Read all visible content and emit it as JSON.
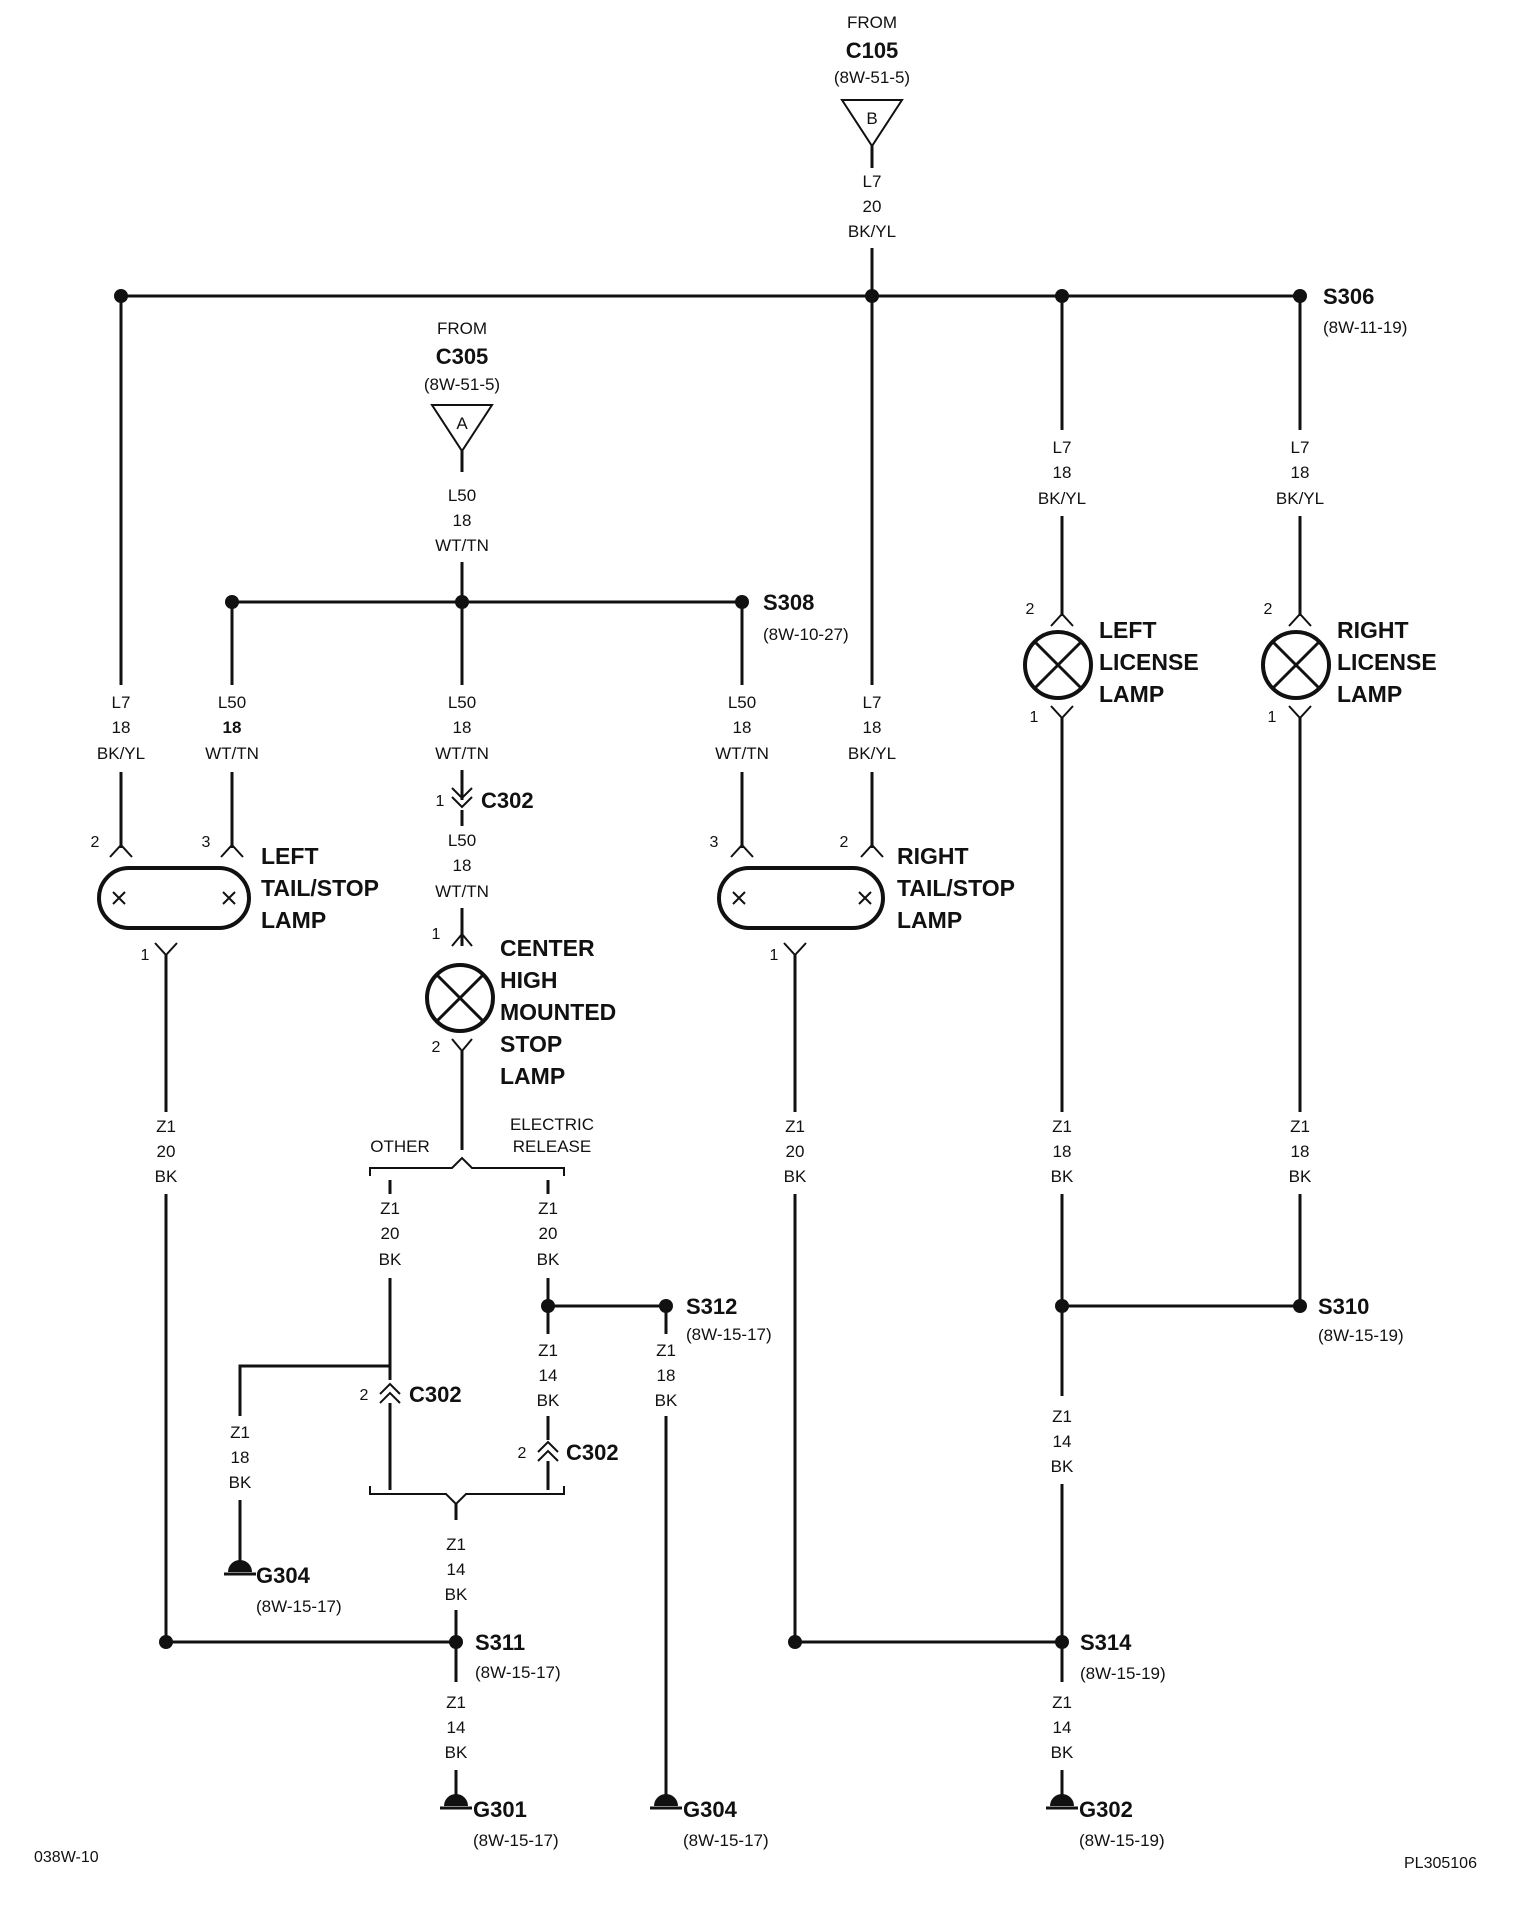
{
  "source_c105": {
    "from": "FROM",
    "id": "C105",
    "ref": "(8W-51-5)",
    "letter": "B"
  },
  "source_c305": {
    "from": "FROM",
    "id": "C305",
    "ref": "(8W-51-5)",
    "letter": "A"
  },
  "wires": {
    "main_feed": {
      "circuit": "L7",
      "gauge": "20",
      "color": "BK/YL"
    },
    "left_lic_feed": {
      "circuit": "L7",
      "gauge": "18",
      "color": "BK/YL"
    },
    "right_lic_feed": {
      "circuit": "L7",
      "gauge": "18",
      "color": "BK/YL"
    },
    "chmsl_feed": {
      "circuit": "L50",
      "gauge": "18",
      "color": "WT/TN"
    },
    "left_tail_l7": {
      "circuit": "L7",
      "gauge": "18",
      "color": "BK/YL"
    },
    "left_tail_l50": {
      "circuit": "L50",
      "gauge": "18",
      "color": "WT/TN"
    },
    "center_l50_a": {
      "circuit": "L50",
      "gauge": "18",
      "color": "WT/TN"
    },
    "center_l50_b": {
      "circuit": "L50",
      "gauge": "18",
      "color": "WT/TN"
    },
    "right_tail_l50": {
      "circuit": "L50",
      "gauge": "18",
      "color": "WT/TN"
    },
    "right_tail_l7": {
      "circuit": "L7",
      "gauge": "18",
      "color": "BK/YL"
    },
    "left_tail_gnd": {
      "circuit": "Z1",
      "gauge": "20",
      "color": "BK"
    },
    "right_tail_gnd": {
      "circuit": "Z1",
      "gauge": "20",
      "color": "BK"
    },
    "left_lic_gnd": {
      "circuit": "Z1",
      "gauge": "18",
      "color": "BK"
    },
    "right_lic_gnd": {
      "circuit": "Z1",
      "gauge": "18",
      "color": "BK"
    },
    "other_gnd": {
      "circuit": "Z1",
      "gauge": "20",
      "color": "BK"
    },
    "elec_gnd": {
      "circuit": "Z1",
      "gauge": "20",
      "color": "BK"
    },
    "elec_gnd_14": {
      "circuit": "Z1",
      "gauge": "14",
      "color": "BK"
    },
    "s312_gnd": {
      "circuit": "Z1",
      "gauge": "18",
      "color": "BK"
    },
    "g304_left": {
      "circuit": "Z1",
      "gauge": "18",
      "color": "BK"
    },
    "merge_14": {
      "circuit": "Z1",
      "gauge": "14",
      "color": "BK"
    },
    "s311_g301": {
      "circuit": "Z1",
      "gauge": "14",
      "color": "BK"
    },
    "s310_s314": {
      "circuit": "Z1",
      "gauge": "14",
      "color": "BK"
    },
    "s314_g302": {
      "circuit": "Z1",
      "gauge": "14",
      "color": "BK"
    }
  },
  "splices": {
    "s306": {
      "id": "S306",
      "ref": "(8W-11-19)"
    },
    "s308": {
      "id": "S308",
      "ref": "(8W-10-27)"
    },
    "s312": {
      "id": "S312",
      "ref": "(8W-15-17)"
    },
    "s310": {
      "id": "S310",
      "ref": "(8W-15-19)"
    },
    "s311": {
      "id": "S311",
      "ref": "(8W-15-17)"
    },
    "s314": {
      "id": "S314",
      "ref": "(8W-15-19)"
    }
  },
  "connectors": {
    "c302_top": {
      "id": "C302",
      "pin": "1"
    },
    "c302_left": {
      "id": "C302",
      "pin": "2"
    },
    "c302_right": {
      "id": "C302",
      "pin": "2"
    }
  },
  "grounds": {
    "g304_left": {
      "id": "G304",
      "ref": "(8W-15-17)"
    },
    "g301": {
      "id": "G301",
      "ref": "(8W-15-17)"
    },
    "g304_right": {
      "id": "G304",
      "ref": "(8W-15-17)"
    },
    "g302": {
      "id": "G302",
      "ref": "(8W-15-19)"
    }
  },
  "components": {
    "left_tail_stop_lamp": {
      "line1": "LEFT",
      "line2": "TAIL/STOP",
      "line3": "LAMP",
      "pin_a": "2",
      "pin_b": "3",
      "pin_gnd": "1"
    },
    "right_tail_stop_lamp": {
      "line1": "RIGHT",
      "line2": "TAIL/STOP",
      "line3": "LAMP",
      "pin_a": "3",
      "pin_b": "2",
      "pin_gnd": "1"
    },
    "chmsl": {
      "line1": "CENTER",
      "line2": "HIGH",
      "line3": "MOUNTED",
      "line4": "STOP",
      "line5": "LAMP",
      "pin_in": "1",
      "pin_out": "2"
    },
    "left_license_lamp": {
      "line1": "LEFT",
      "line2": "LICENSE",
      "line3": "LAMP",
      "pin_in": "2",
      "pin_out": "1"
    },
    "right_license_lamp": {
      "line1": "RIGHT",
      "line2": "LICENSE",
      "line3": "LAMP",
      "pin_in": "2",
      "pin_out": "1"
    }
  },
  "branch_labels": {
    "other": "OTHER",
    "electric_1": "ELECTRIC",
    "electric_2": "RELEASE"
  },
  "footer": {
    "left": "038W-10",
    "right": "PL305106"
  }
}
